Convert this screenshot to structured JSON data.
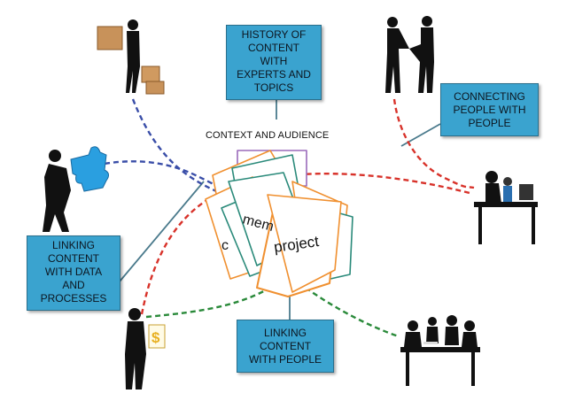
{
  "boxes": {
    "history": [
      "HISTORY OF",
      "CONTENT",
      "WITH",
      "EXPERTS AND",
      "TOPICS"
    ],
    "connecting": [
      "CONNECTING",
      "PEOPLE WITH",
      "PEOPLE"
    ],
    "linking_data": [
      "LINKING",
      "CONTENT",
      "WITH DATA",
      "AND",
      "PROCESSES"
    ],
    "linking_people": [
      "LINKING",
      "CONTENT",
      "WITH PEOPLE"
    ]
  },
  "context_label": "CONTEXT AND AUDIENCE",
  "documents": {
    "front_label": "project",
    "partial_label_1": "mem",
    "partial_label_2": "c"
  },
  "icons": {
    "boxes_person": "person-carrying-boxes-icon",
    "handshake": "handshake-icon",
    "puzzle_person": "person-with-puzzle-piece-icon",
    "money_person": "person-with-money-document-icon",
    "meeting_top": "people-at-computer-desk-icon",
    "meeting_bottom": "people-at-meeting-table-icon"
  },
  "colors": {
    "box_fill": "#3aa3cf",
    "connector_gray": "#4a7a8c",
    "dash_blue": "#3a4ea8",
    "dash_red": "#d8322a",
    "dash_green": "#2a8a3a",
    "doc_orange": "#f09030",
    "doc_teal": "#2a8a7a",
    "doc_purple": "#9a6aba",
    "puzzle": "#2a9fe0",
    "money": "#e8b020"
  }
}
